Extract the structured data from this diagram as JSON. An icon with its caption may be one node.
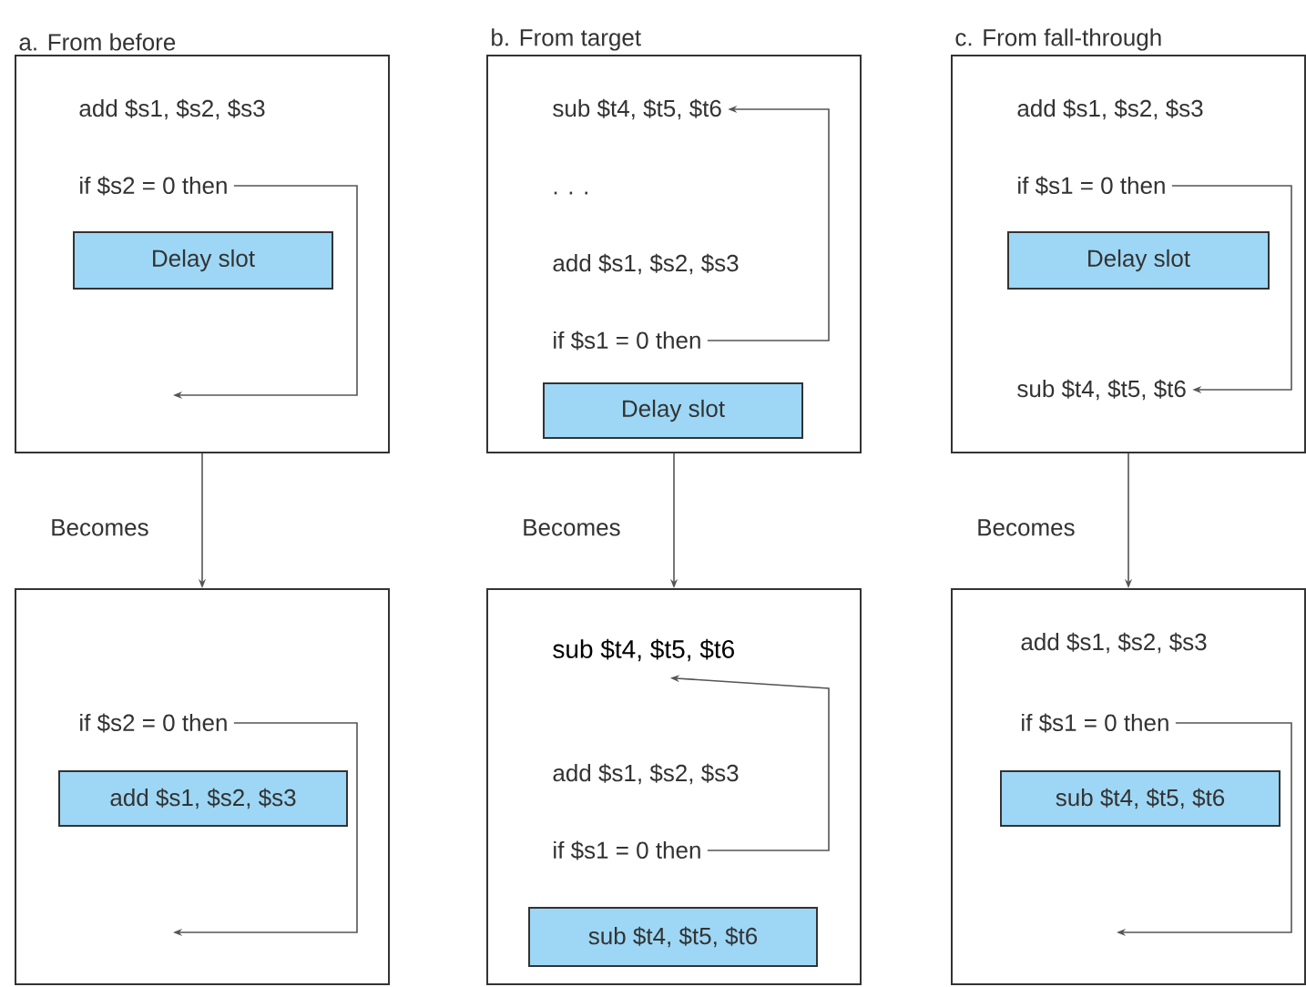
{
  "diagram": {
    "nodes": [
      {
        "text": [
          "a.  From before"
        ]
      },
      {
        "text": [
          "add $s1, $s2, $s3"
        ],
        "in": 0
      },
      {
        "text": [
          "if $s2 = 0 then"
        ],
        "in": 0
      },
      {
        "text": [
          "Delay slot"
        ],
        "in": 0
      },
      {
        "text": [
          "b.  From target"
        ]
      },
      {
        "text": [
          "sub $t4, $t5, $t6"
        ],
        "in": 4
      },
      {
        "text": [
          ". . ."
        ],
        "in": 4
      },
      {
        "text": [
          "add $s1, $s2, $s3"
        ],
        "in": 4
      },
      {
        "text": [
          "if $s1 = 0 then"
        ],
        "in": 4
      },
      {
        "text": [
          "Delay slot"
        ],
        "in": 4
      },
      {
        "text": [
          "c.  From fall-through"
        ]
      },
      {
        "text": [
          "add $s1, $s2, $s3"
        ],
        "in": 10
      },
      {
        "text": [
          "if $s1 = 0 then"
        ],
        "in": 10
      },
      {
        "text": [
          "Delay slot"
        ],
        "in": 10
      },
      {
        "text": [
          "sub $t4, $t5, $t6"
        ],
        "in": 10
      },
      {
        "text": [],
        "shape": "box"
      },
      {
        "text": [
          "if $s2 = 0 then"
        ],
        "in": 15
      },
      {
        "text": [
          "add $s1, $s2, $s3"
        ],
        "in": 15
      },
      {
        "text": [],
        "shape": "box"
      },
      {
        "text": [
          "sub $t4, $t5, $t6"
        ],
        "in": 18
      },
      {
        "text": [
          "add $s1, $s2, $s3"
        ],
        "in": 18
      },
      {
        "text": [
          "if $s1 = 0 then"
        ],
        "in": 18
      },
      {
        "text": [
          "sub $t4, $t5, $t6"
        ],
        "in": 18
      },
      {
        "text": [],
        "shape": "box"
      },
      {
        "text": [
          "add $s1, $s2, $s3"
        ],
        "in": 23
      },
      {
        "text": [
          "if $s1 = 0 then"
        ],
        "in": 23
      },
      {
        "text": [
          "sub $t4, $t5, $t6"
        ],
        "in": 23
      }
    ],
    "edges": [
      {
        "from": 2,
        "to": null,
        "arrow": "to"
      },
      {
        "from": 8,
        "to": 5,
        "arrow": "to"
      },
      {
        "from": 12,
        "to": 14,
        "arrow": "to"
      },
      {
        "from": 0,
        "to": 15,
        "arrow": "to",
        "label": "Becomes"
      },
      {
        "from": 4,
        "to": 18,
        "arrow": "to",
        "label": "Becomes"
      },
      {
        "from": 10,
        "to": 23,
        "arrow": "to",
        "label": "Becomes"
      },
      {
        "from": 16,
        "to": null,
        "arrow": "to"
      },
      {
        "from": 21,
        "to": 19,
        "arrow": "to"
      },
      {
        "from": 25,
        "to": null,
        "arrow": "to"
      }
    ]
  }
}
